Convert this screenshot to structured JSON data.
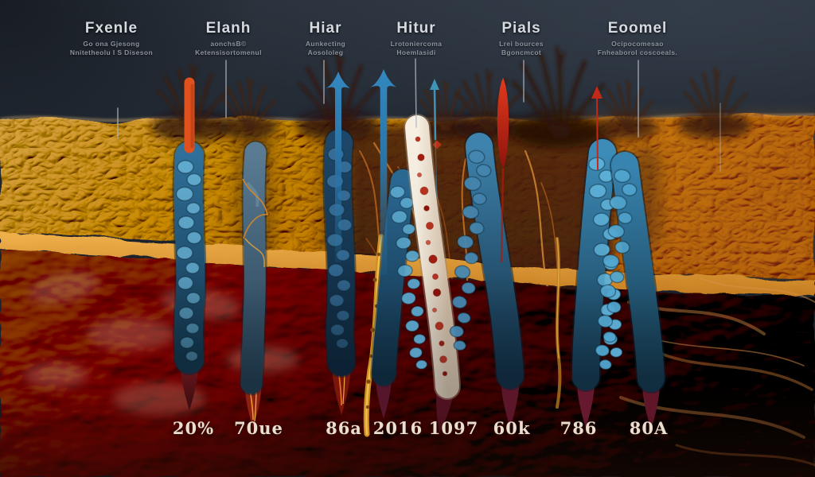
{
  "figure": {
    "labels": [
      {
        "title": "Fxenle",
        "sub1": "Go ona Gjesong",
        "sub2": "Nnitetheolu I S Diseson"
      },
      {
        "title": "Elanh",
        "sub1": "aonchsB©",
        "sub2": "Ketensisortomenul"
      },
      {
        "title": "Hiar",
        "sub1": "Aunkecting",
        "sub2": "Aosololeg"
      },
      {
        "title": "Hitur",
        "sub1": "Lrotoniercoma",
        "sub2": "Hoemlasidi"
      },
      {
        "title": "Pials",
        "sub1": "Lrei bources",
        "sub2": "Bgoncmcot"
      },
      {
        "title": "Eoomel",
        "sub1": "Ocipocomesao",
        "sub2": "Fnheaborol coscoeals."
      }
    ],
    "values": [
      "20%",
      "70ue",
      "86a",
      "2016",
      "1097",
      "60k",
      "786",
      "80A"
    ]
  },
  "palette": {
    "background": "#1a2029",
    "epidermis_tan": "#c99a52",
    "membrane_orange": "#e2a238",
    "dermis_brown": "#7c452c",
    "dermis_mauve": "#9a6a58",
    "follicle_blue": "#4f9cc4",
    "follicle_navy": "#27516f",
    "vessel_white": "#ece3d4",
    "cell_red": "#b93220",
    "root_maroon": "#5e1628",
    "arrow_blue": "#2f81b8",
    "arrow_red": "#c12a18",
    "marker_orange": "#e1511e",
    "label_text": "#d6dbe1",
    "sublabel_text": "#8d949e",
    "value_text": "#e9decf"
  }
}
